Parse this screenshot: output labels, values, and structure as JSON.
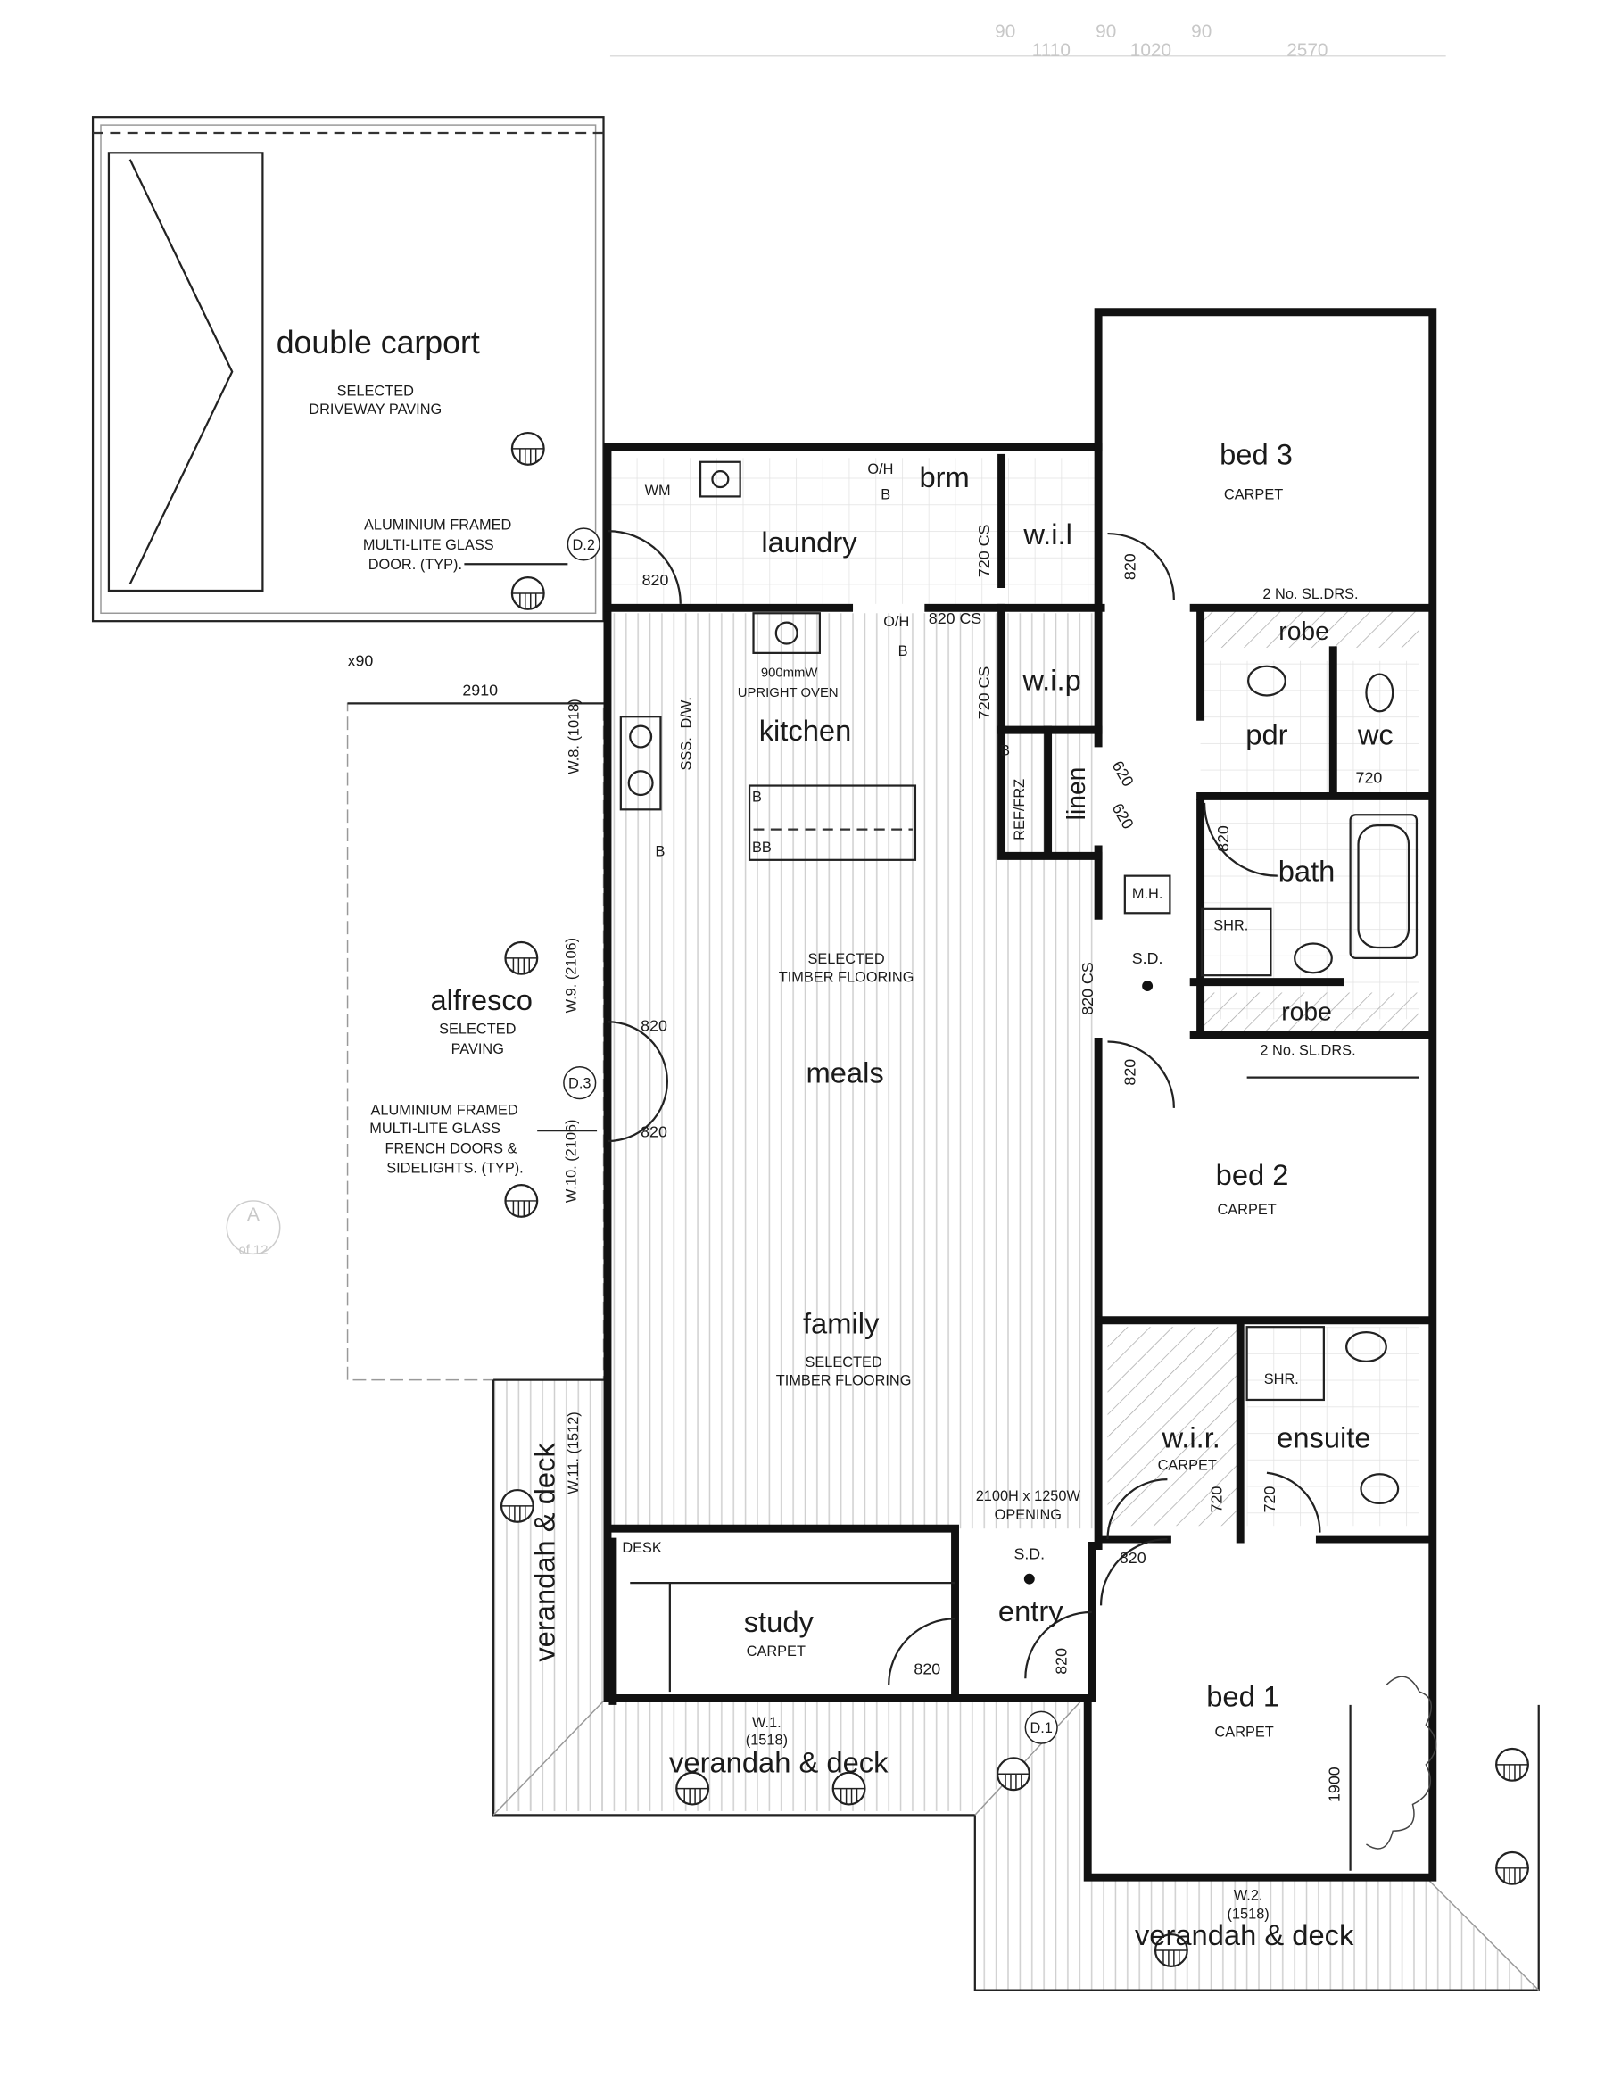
{
  "colors": {
    "wall": "#111111",
    "hatch": "#bdbdbd",
    "faint": "#c8c8c8",
    "background": "#ffffff"
  },
  "top_dimensions": [
    "90",
    "1110",
    "90",
    "1020",
    "90",
    "2570"
  ],
  "carport": {
    "title": "double carport",
    "note1": "SELECTED",
    "note2": "DRIVEWAY PAVING"
  },
  "door_d2": {
    "tag": "D.2",
    "note1": "ALUMINIUM FRAMED",
    "note2": "MULTI-LITE GLASS",
    "note3": "DOOR. (TYP).",
    "width": "820"
  },
  "laundry": {
    "title": "laundry",
    "wm": "WM",
    "oh": "O/H",
    "b": "B",
    "brm": "brm",
    "wil": "w.i.l",
    "cs1": "720 CS",
    "cs2": "820 CS"
  },
  "bed3": {
    "title": "bed  3",
    "floor": "CARPET",
    "door": "820",
    "sliding": "2 No. SL.DRS.",
    "robe": "robe"
  },
  "pdr": {
    "title": "pdr",
    "wc": "wc",
    "door": "720"
  },
  "bath": {
    "title": "bath",
    "door": "820",
    "shr": "SHR.",
    "mh": "M.H.",
    "sd": "S.D.",
    "cs": "820 CS"
  },
  "bed2": {
    "robe": "robe",
    "sliding": "2 No. SL.DRS.",
    "door": "820",
    "title": "bed  2",
    "floor": "CARPET"
  },
  "kitchen": {
    "title": "kitchen",
    "oven1": "900mmW",
    "oven2": "UPRIGHT OVEN",
    "oh": "O/H",
    "b1": "B",
    "wip": "w.i.p",
    "cs": "720 CS",
    "b2": "B",
    "fridge": "REF/FRZ",
    "linen": "linen",
    "d620a": "620",
    "d620b": "620",
    "island_b": "B",
    "island_bb": "BB",
    "sss": "SSS.",
    "dw": "D/W.",
    "b3": "B",
    "window": "W.8. (1018)"
  },
  "alfresco": {
    "x90": "x90",
    "dim": "2910",
    "title": "alfresco",
    "note1": "SELECTED",
    "note2": "PAVING",
    "door_tag": "D.3",
    "d1": "ALUMINIUM FRAMED",
    "d2": "MULTI-LITE GLASS",
    "d3": "FRENCH DOORS &",
    "d4": "SIDELIGHTS. (TYP).",
    "w9": "W.9. (2106)",
    "w10": "W.10. (2106)",
    "door1": "820",
    "door2": "820",
    "section": "A",
    "section_sheet": "of 12"
  },
  "living": {
    "floor1a": "SELECTED",
    "floor1b": "TIMBER FLOORING",
    "meals": "meals",
    "family": "family",
    "floor2a": "SELECTED",
    "floor2b": "TIMBER FLOORING",
    "opening1": "2100H x 1250W",
    "opening2": "OPENING"
  },
  "ensuite": {
    "wir": "w.i.r.",
    "wir_floor": "CARPET",
    "title": "ensuite",
    "shr": "SHR.",
    "door1": "720",
    "door2": "720"
  },
  "study": {
    "desk": "DESK",
    "title": "study",
    "floor": "CARPET",
    "door": "820"
  },
  "entry": {
    "sd": "S.D.",
    "title": "entry",
    "door": "820",
    "door_tag": "D.1"
  },
  "bed1": {
    "door": "820",
    "title": "bed  1",
    "floor": "CARPET",
    "dim": "1900"
  },
  "verandahs": {
    "west": "verandah & deck",
    "w11": "W.11. (1512)",
    "w1a": "W.1.",
    "w1b": "(1518)",
    "south": "verandah & deck",
    "w2a": "W.2.",
    "w2b": "(1518)",
    "east": "verandah & deck"
  }
}
